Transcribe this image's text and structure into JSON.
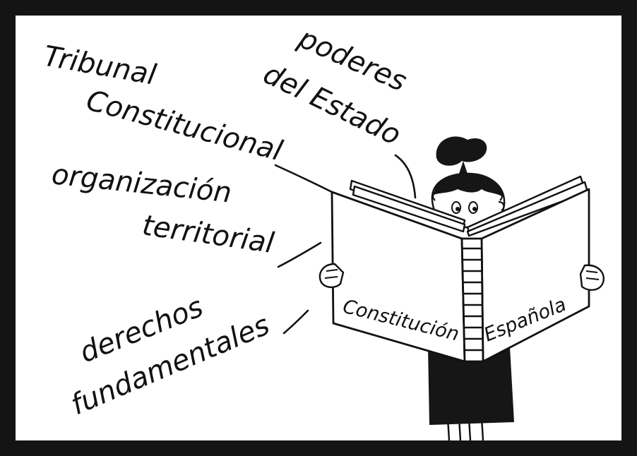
{
  "labels": {
    "tribunal_line1": "Tribunal",
    "tribunal_line2": "Constitucional",
    "poderes_line1": "poderes",
    "poderes_line2": "del Estado",
    "organizacion_line1": "organización",
    "organizacion_line2": "territorial",
    "derechos_line1": "derechos",
    "derechos_line2": "fundamentales"
  },
  "book": {
    "left_cover": "Constitución",
    "right_cover": "Española"
  },
  "colors": {
    "frame": "#141414",
    "background": "#ffffff",
    "ink": "#111111"
  }
}
